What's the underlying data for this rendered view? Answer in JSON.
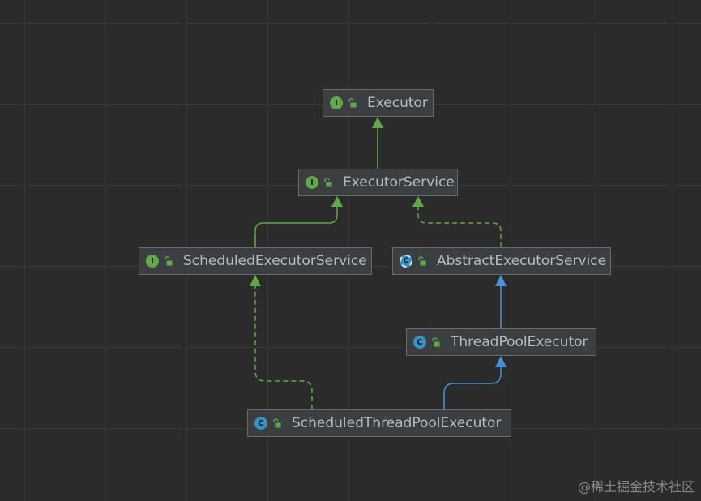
{
  "diagram": {
    "nodes": [
      {
        "id": "executor",
        "name": "Executor",
        "kind": "interface",
        "badge": "I"
      },
      {
        "id": "executor-service",
        "name": "ExecutorService",
        "kind": "interface",
        "badge": "I"
      },
      {
        "id": "scheduled-executor-service",
        "name": "ScheduledExecutorService",
        "kind": "interface",
        "badge": "I"
      },
      {
        "id": "abstract-executor-service",
        "name": "AbstractExecutorService",
        "kind": "abstract-class",
        "badge": "C"
      },
      {
        "id": "thread-pool-executor",
        "name": "ThreadPoolExecutor",
        "kind": "class",
        "badge": "C"
      },
      {
        "id": "scheduled-thread-pool-executor",
        "name": "ScheduledThreadPoolExecutor",
        "kind": "class",
        "badge": "C"
      }
    ],
    "edges": [
      {
        "from": "executor-service",
        "to": "executor",
        "type": "extends-interface"
      },
      {
        "from": "scheduled-executor-service",
        "to": "executor-service",
        "type": "extends-interface"
      },
      {
        "from": "abstract-executor-service",
        "to": "executor-service",
        "type": "implements"
      },
      {
        "from": "thread-pool-executor",
        "to": "abstract-executor-service",
        "type": "extends-class"
      },
      {
        "from": "scheduled-thread-pool-executor",
        "to": "thread-pool-executor",
        "type": "extends-class"
      },
      {
        "from": "scheduled-thread-pool-executor",
        "to": "scheduled-executor-service",
        "type": "implements"
      }
    ]
  },
  "colors": {
    "background": "#2b2b2b",
    "interface_edge": "#62a84a",
    "class_edge": "#4a8fd8",
    "interface_badge": "#62a84a",
    "class_badge": "#3592c4",
    "lock": "#62a84a"
  },
  "icons": {
    "interface": "interface-icon",
    "class": "class-icon",
    "abstract-class": "abstract-class-icon",
    "access": "unlocked-padlock-icon"
  },
  "watermark": "@稀土掘金技术社区"
}
